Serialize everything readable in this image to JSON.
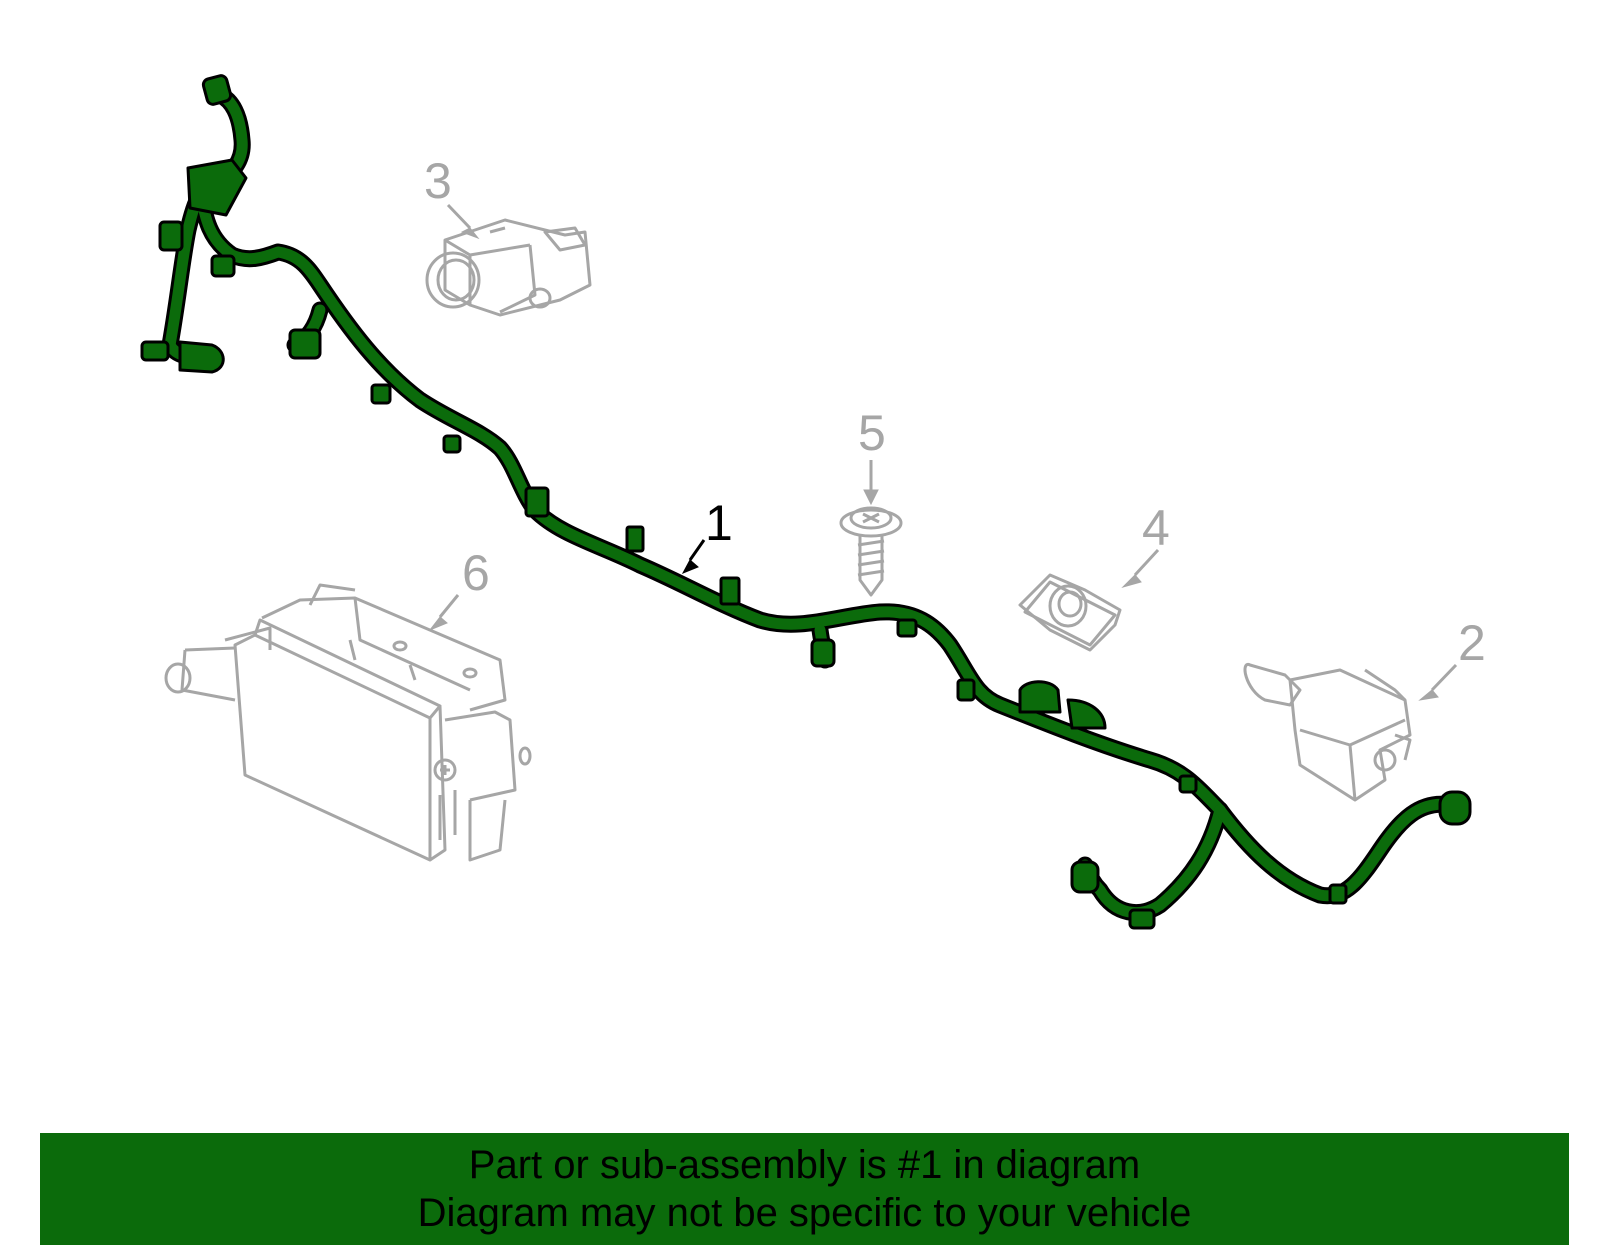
{
  "callouts": {
    "c1": "1",
    "c2": "2",
    "c3": "3",
    "c4": "4",
    "c5": "5",
    "c6": "6"
  },
  "banner": {
    "line1": "Part or sub-assembly is #1 in diagram",
    "line2": "Diagram may not be specific to your vehicle"
  },
  "colors": {
    "harness": "#0b6b0b",
    "outline": "#000000",
    "part_line": "#a6a6a6",
    "banner_bg": "#0b6b0b"
  }
}
